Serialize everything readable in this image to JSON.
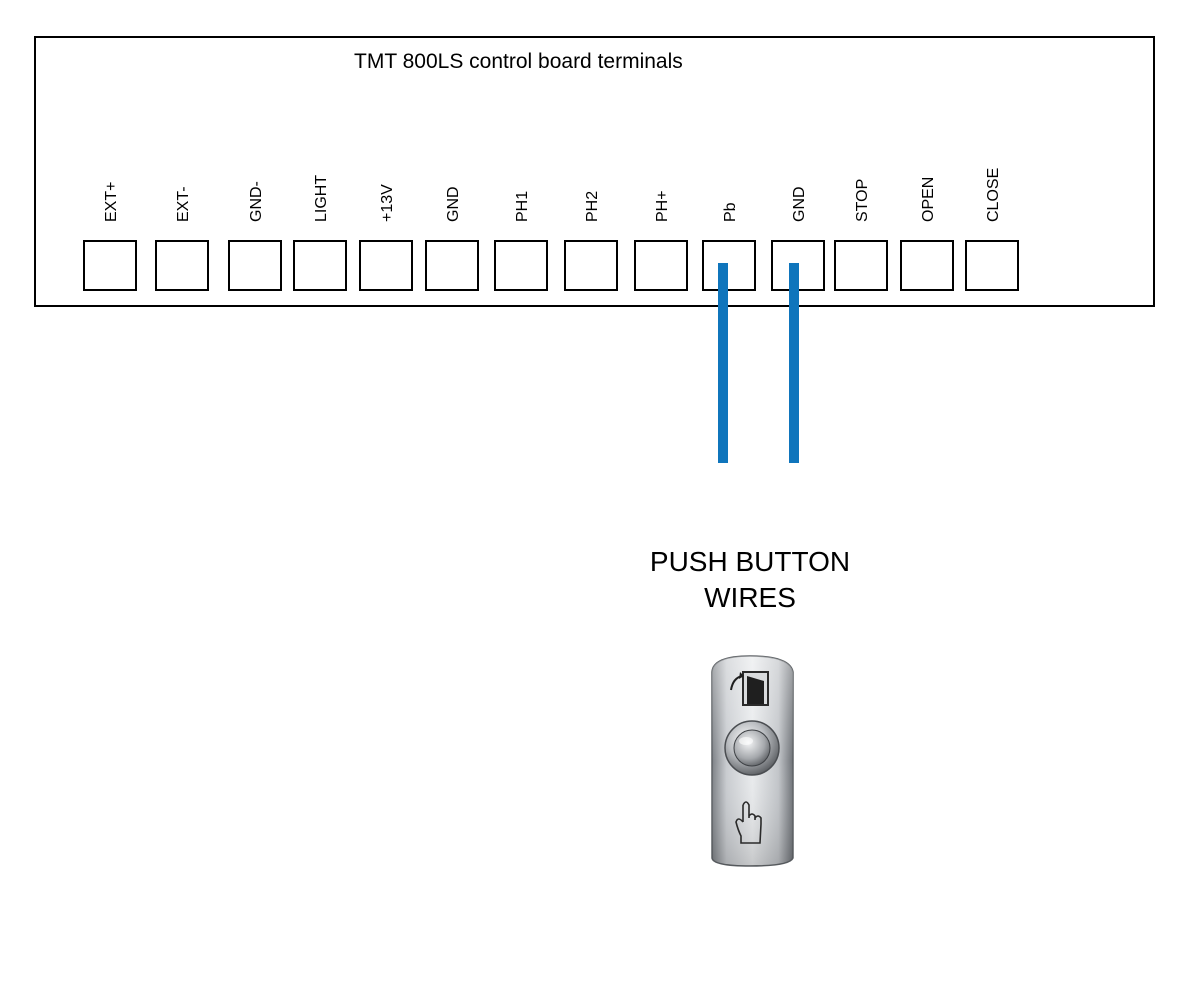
{
  "board": {
    "title": "TMT 800LS control board terminals",
    "terminals": [
      {
        "label": "EXT+"
      },
      {
        "label": "EXT-"
      },
      {
        "label": "GND-"
      },
      {
        "label": "LIGHT"
      },
      {
        "label": "+13V"
      },
      {
        "label": "GND"
      },
      {
        "label": "PH1"
      },
      {
        "label": "PH2"
      },
      {
        "label": "PH+"
      },
      {
        "label": "Pb"
      },
      {
        "label": "GND"
      },
      {
        "label": "STOP"
      },
      {
        "label": "OPEN"
      },
      {
        "label": "CLOSE"
      }
    ]
  },
  "wires": {
    "color": "#0f75bc",
    "connected_terminals": [
      "Pb",
      "GND"
    ]
  },
  "push_button": {
    "caption_line1": "PUSH BUTTON",
    "caption_line2": "WIRES"
  },
  "colors": {
    "outline": "#000000",
    "background": "#ffffff",
    "wire": "#0f75bc"
  }
}
